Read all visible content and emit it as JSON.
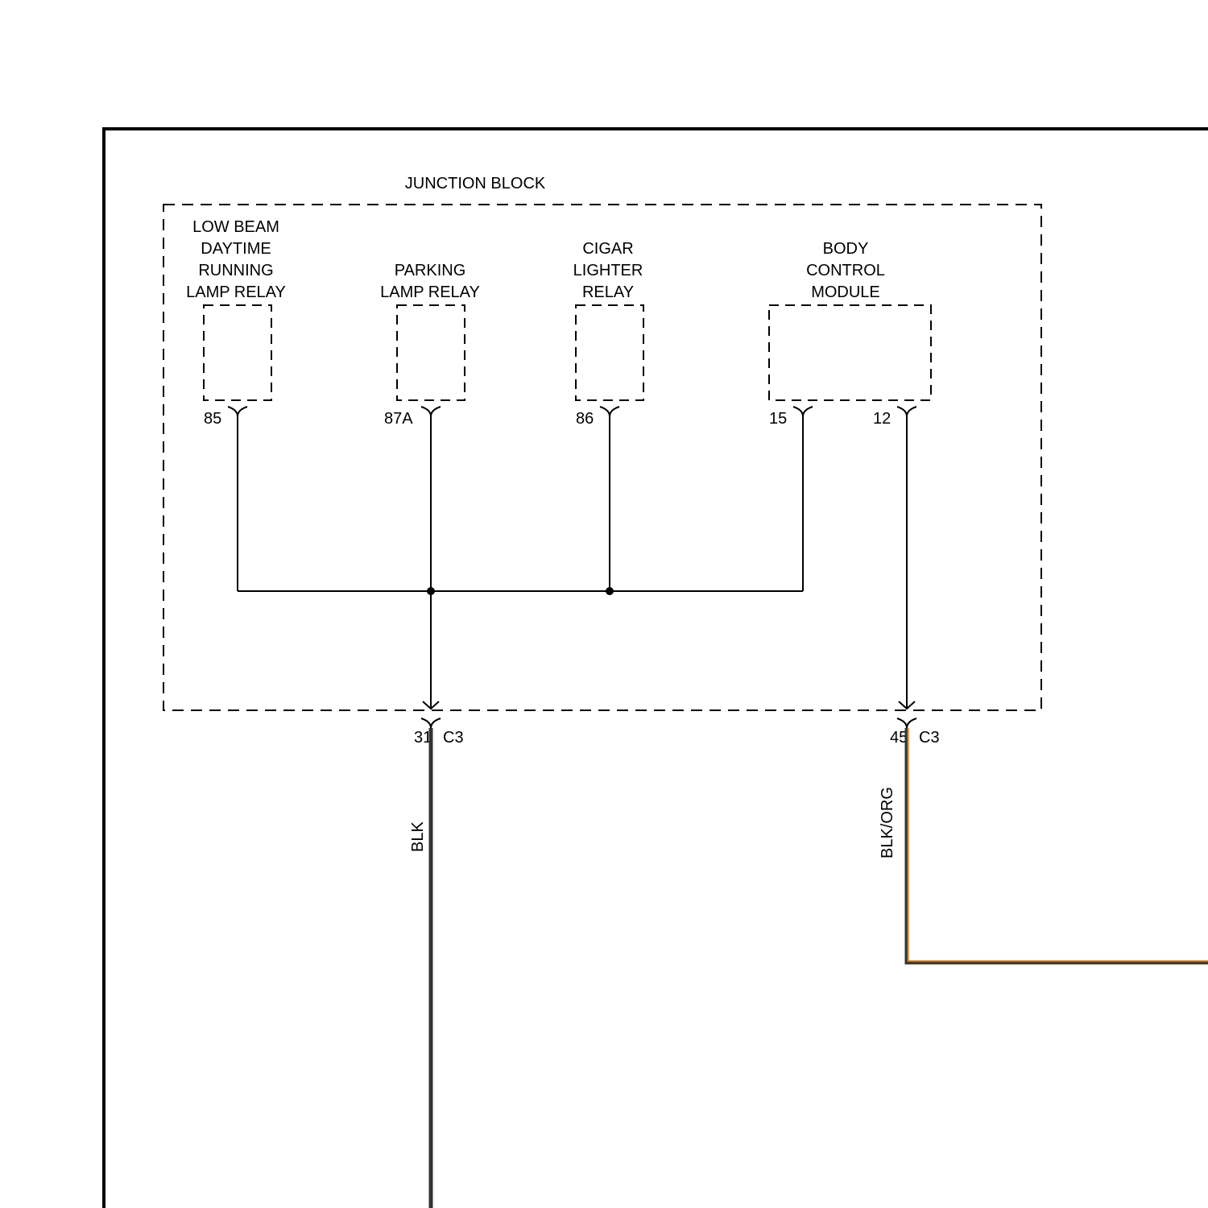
{
  "junction_block": {
    "title": "JUNCTION BLOCK"
  },
  "components": {
    "low_beam_relay": {
      "label_lines": [
        "LOW BEAM",
        "DAYTIME",
        "RUNNING",
        "LAMP RELAY"
      ],
      "pin": "85"
    },
    "parking_lamp_relay": {
      "label_lines": [
        "PARKING",
        "LAMP RELAY"
      ],
      "pin": "87A"
    },
    "cigar_lighter_relay": {
      "label_lines": [
        "CIGAR",
        "LIGHTER",
        "RELAY"
      ],
      "pin": "86"
    },
    "body_control_module": {
      "label_lines": [
        "BODY",
        "CONTROL",
        "MODULE"
      ],
      "pins": [
        "15",
        "12"
      ]
    }
  },
  "connectors": {
    "left": {
      "pin": "31",
      "connector": "C3"
    },
    "right": {
      "pin": "45",
      "connector": "C3"
    }
  },
  "wires": {
    "left": {
      "color_code": "BLK",
      "color_hex": "#333333"
    },
    "right": {
      "color_code": "BLK/ORG",
      "color_hex": "#333333",
      "stripe_hex": "#c47a1a"
    }
  },
  "colors": {
    "line": "#000000",
    "background": "#ffffff"
  }
}
